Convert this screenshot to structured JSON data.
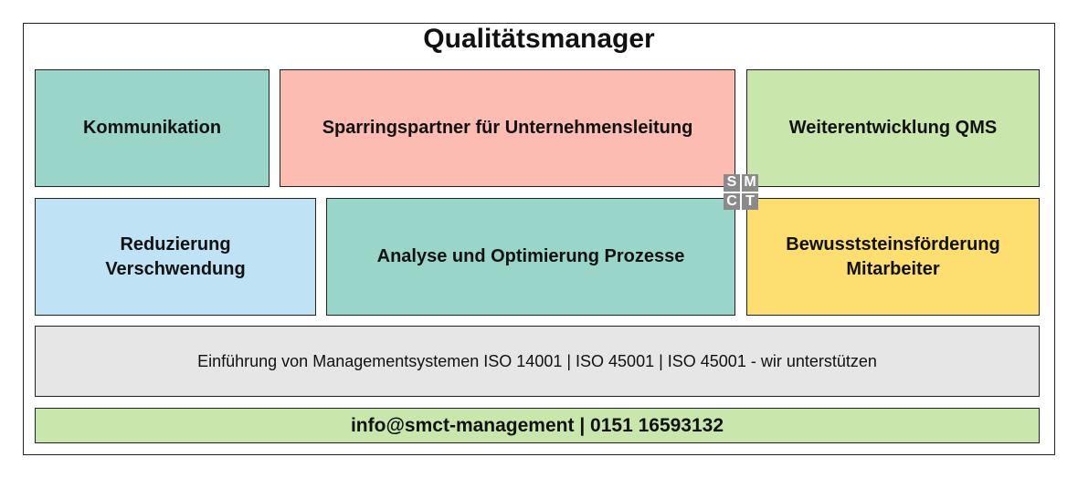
{
  "title": "Qualitätsmanager",
  "boxes": {
    "kommunikation": "Kommunikation",
    "sparring": "Sparringspartner für Unternehmensleitung",
    "qms": "Weiterentwicklung QMS",
    "reduzierung": "Reduzierung Verschwendung",
    "analyse": "Analyse und Optimierung Prozesse",
    "bewusstsein": "Bewusststeinsförderung Mitarbeiter"
  },
  "iso_text": "Einführung von Managementsystemen ISO 14001 | ISO 45001 | ISO 45001 - wir unterstützen",
  "contact": "info@smct-management | 0151 16593132",
  "logo_letters": [
    "S",
    "M",
    "C",
    "T"
  ],
  "colors": {
    "teal": "#9ad5ca",
    "salmon": "#fcbcb2",
    "green": "#c9e7ad",
    "blue": "#c0e2f5",
    "yellow": "#fdde71",
    "grey": "#e6e6e6"
  }
}
